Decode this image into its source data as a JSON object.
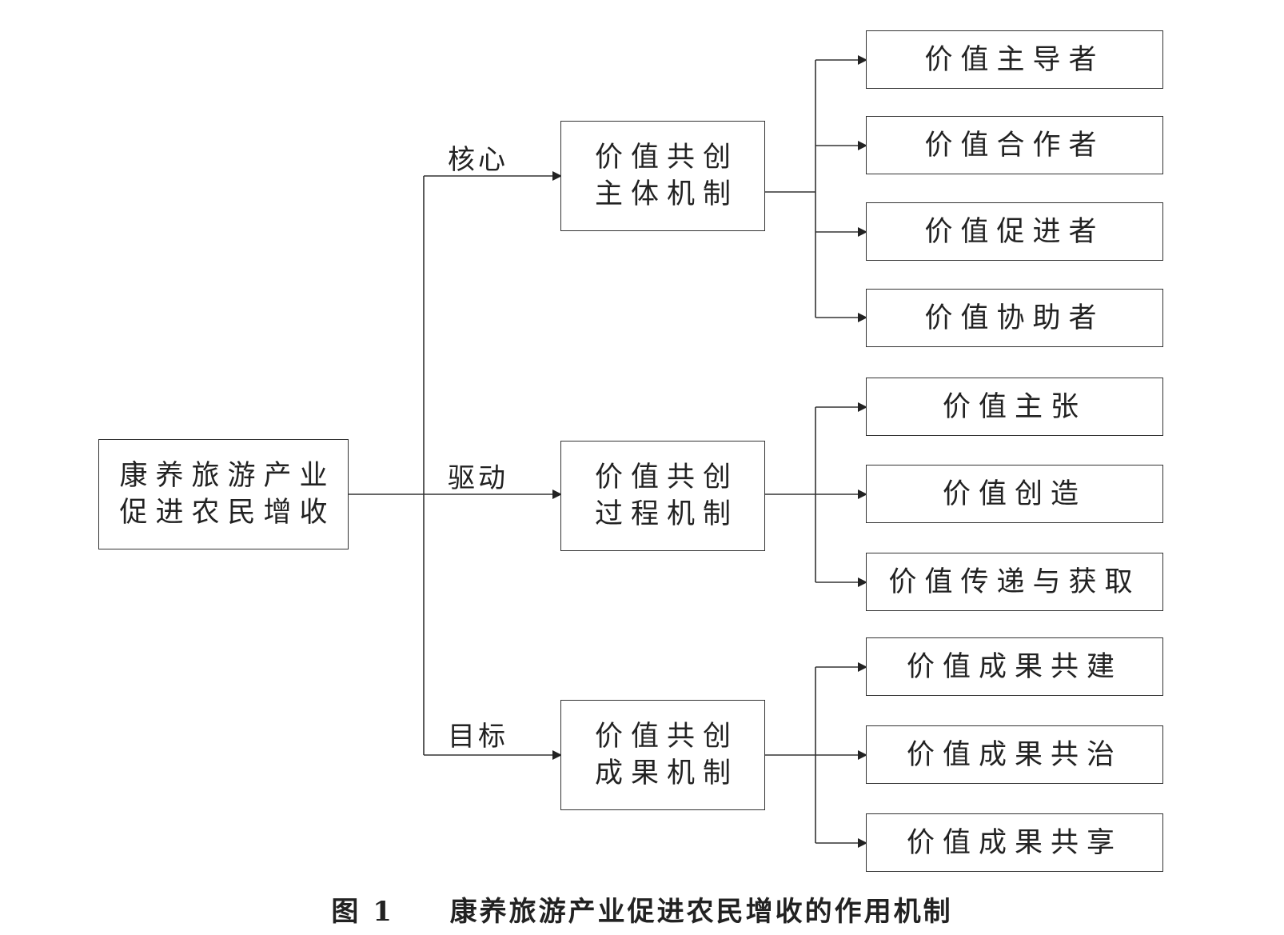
{
  "root": {
    "lines": [
      "康养旅游产业",
      "促进农民增收"
    ]
  },
  "branches": [
    {
      "edge_label": "核心",
      "box_lines": [
        "价值共创",
        "主体机制"
      ],
      "leaves": [
        "价值主导者",
        "价值合作者",
        "价值促进者",
        "价值协助者"
      ]
    },
    {
      "edge_label": "驱动",
      "box_lines": [
        "价值共创",
        "过程机制"
      ],
      "leaves": [
        "价值主张",
        "价值创造",
        "价值传递与获取"
      ]
    },
    {
      "edge_label": "目标",
      "box_lines": [
        "价值共创",
        "成果机制"
      ],
      "leaves": [
        "价值成果共建",
        "价值成果共治",
        "价值成果共享"
      ]
    }
  ],
  "caption": {
    "figure_no": "图 1",
    "title": "康养旅游产业促进农民增收的作用机制"
  }
}
